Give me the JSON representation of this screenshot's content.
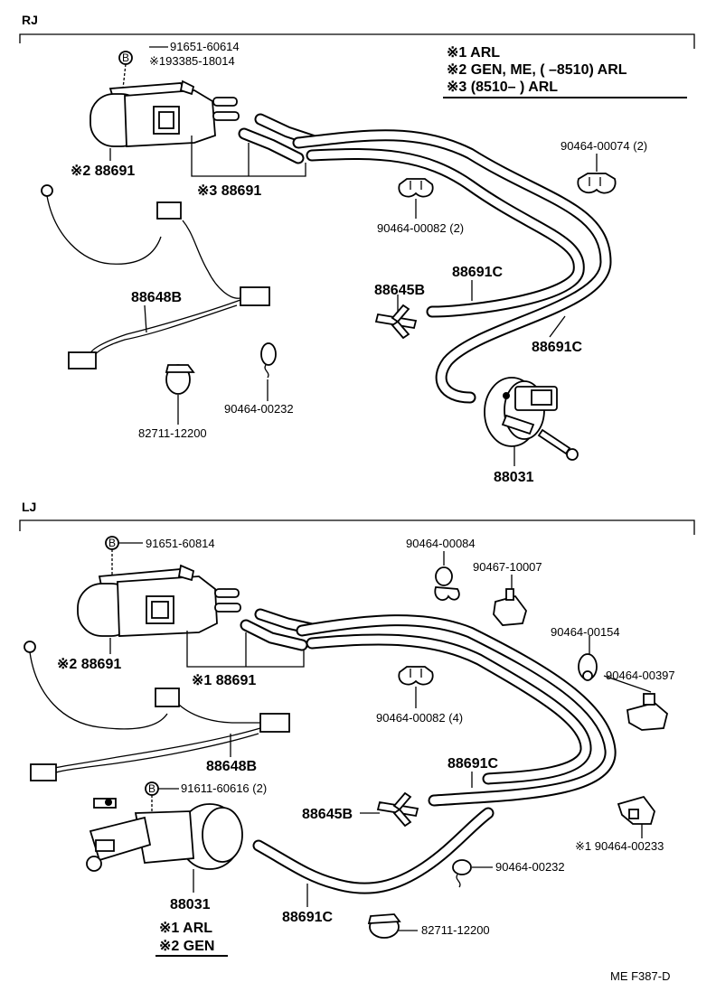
{
  "rj": {
    "section_label": "RJ",
    "notes": [
      "※1 ARL",
      "※2 GEN, ME, (        –8510) ARL",
      "※3 (8510–        ) ARL"
    ],
    "labels": {
      "bolt_marker": "B",
      "bolt_part": "91651-60614",
      "bolt_alt": "※193385-18014",
      "valve_2": "※2 88691",
      "valve_3": "※3 88691",
      "clip_74": "90464-00074 (2)",
      "clip_82": "90464-00082 (2)",
      "hose_c_upper": "88691C",
      "tee": "88645B",
      "hose_c_lower": "88691C",
      "harness": "88648B",
      "clamp": "82711-12200",
      "band": "90464-00232",
      "actuator": "88031"
    }
  },
  "lj": {
    "section_label": "LJ",
    "notes": [
      "※1 ARL",
      "※2 GEN"
    ],
    "labels": {
      "bolt_marker": "B",
      "bolt_part": "91651-60814",
      "bolt2_marker": "B",
      "bolt2_part": "91611-60616 (2)",
      "valve_2": "※2 88691",
      "valve_1": "※1 88691",
      "clip_84": "90464-00084",
      "clip_10007": "90467-10007",
      "clip_154": "90464-00154",
      "clip_397": "90464-00397",
      "clip_82": "90464-00082 (4)",
      "hose_c_upper": "88691C",
      "tee": "88645B",
      "harness": "88648B",
      "clip_233": "※1 90464-00233",
      "band": "90464-00232",
      "clamp": "82711-12200",
      "actuator": "88031",
      "hose_c_lower": "88691C"
    }
  },
  "footer": "ME  F387-D"
}
